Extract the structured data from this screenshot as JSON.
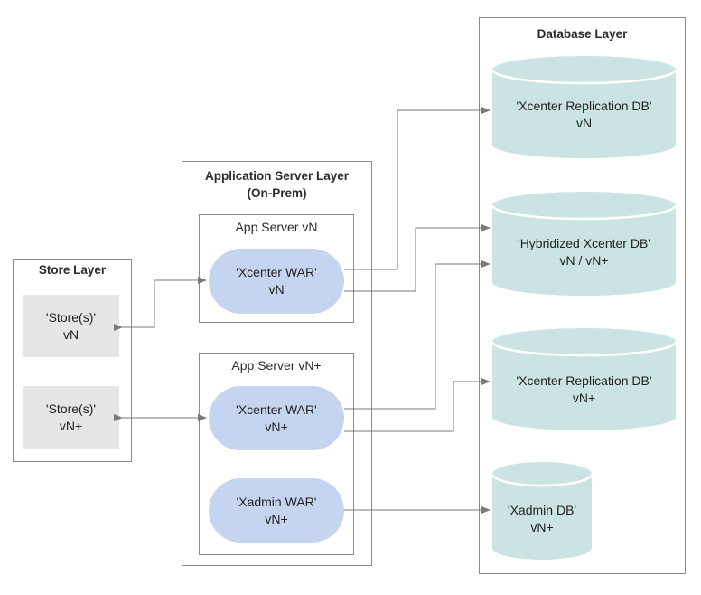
{
  "database_layer": {
    "title": "Database Layer",
    "dbs": [
      {
        "line1": "'Xcenter Replication DB'",
        "line2": "vN"
      },
      {
        "line1": "'Hybridized Xcenter DB'",
        "line2": "vN / vN+"
      },
      {
        "line1": "'Xcenter Replication DB'",
        "line2": "vN+"
      },
      {
        "line1": "'Xadmin DB'",
        "line2": "vN+"
      }
    ]
  },
  "app_layer": {
    "title_line1": "Application Server Layer",
    "title_line2": "(On-Prem)",
    "server_vn": {
      "title": "App Server vN",
      "war": {
        "line1": "'Xcenter WAR'",
        "line2": "vN"
      }
    },
    "server_vnplus": {
      "title": "App Server vN+",
      "war": {
        "line1": "'Xcenter WAR'",
        "line2": "vN+"
      },
      "xadmin": {
        "line1": "'Xadmin WAR'",
        "line2": "vN+"
      }
    }
  },
  "store_layer": {
    "title": "Store Layer",
    "stores": [
      {
        "line1": "'Store(s)'",
        "line2": "vN"
      },
      {
        "line1": "'Store(s)'",
        "line2": "vN+"
      }
    ]
  },
  "colors": {
    "cylinder_fill": "#cce3e3",
    "pill_fill": "#c5d4ef",
    "store_fill": "#e6e6e6",
    "connector": "#7a7a7a"
  }
}
